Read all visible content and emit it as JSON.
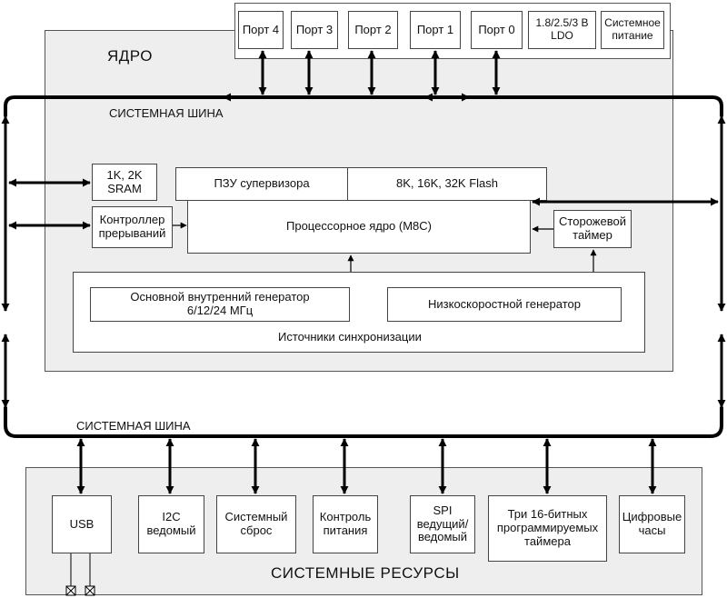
{
  "core": {
    "title": "ЯДРО",
    "bus_top_label": "СИСТЕМНАЯ ШИНА",
    "sram": "1K, 2K\nSRAM",
    "interrupt_controller": "Контроллер\nпрерываний",
    "supervisor_rom": "ПЗУ супервизора",
    "flash": "8K, 16K, 32K Flash",
    "cpu_core": "Процессорное ядро (M8C)",
    "watchdog": "Сторожевой\nтаймер",
    "main_oscillator": "Основной внутренний генератор\n6/12/24 МГц",
    "low_speed_oscillator": "Низкоскоростной генератор",
    "clock_sources_label": "Источники синхронизации"
  },
  "ports": [
    {
      "label": "Порт 4"
    },
    {
      "label": "Порт 3"
    },
    {
      "label": "Порт 2"
    },
    {
      "label": "Порт 1"
    },
    {
      "label": "Порт 0"
    },
    {
      "label": "1.8/2.5/3 В\nLDO"
    },
    {
      "label": "Системное\nпитание"
    }
  ],
  "bus_bottom_label": "СИСТЕМНАЯ ШИНА",
  "resources": {
    "title": "СИСТЕМНЫЕ РЕСУРСЫ",
    "items": [
      {
        "label": "USB"
      },
      {
        "label": "I2C\nведомый"
      },
      {
        "label": "Системный\nсброс"
      },
      {
        "label": "Контроль\nпитания"
      },
      {
        "label": "SPI\nведущий/\nведомый"
      },
      {
        "label": "Три 16-битных\nпрограммируемых\nтаймера"
      },
      {
        "label": "Цифровые\nчасы"
      }
    ]
  },
  "colors": {
    "region_fill": "#eeeeee",
    "box_fill": "#ffffff",
    "line": "#000000"
  }
}
